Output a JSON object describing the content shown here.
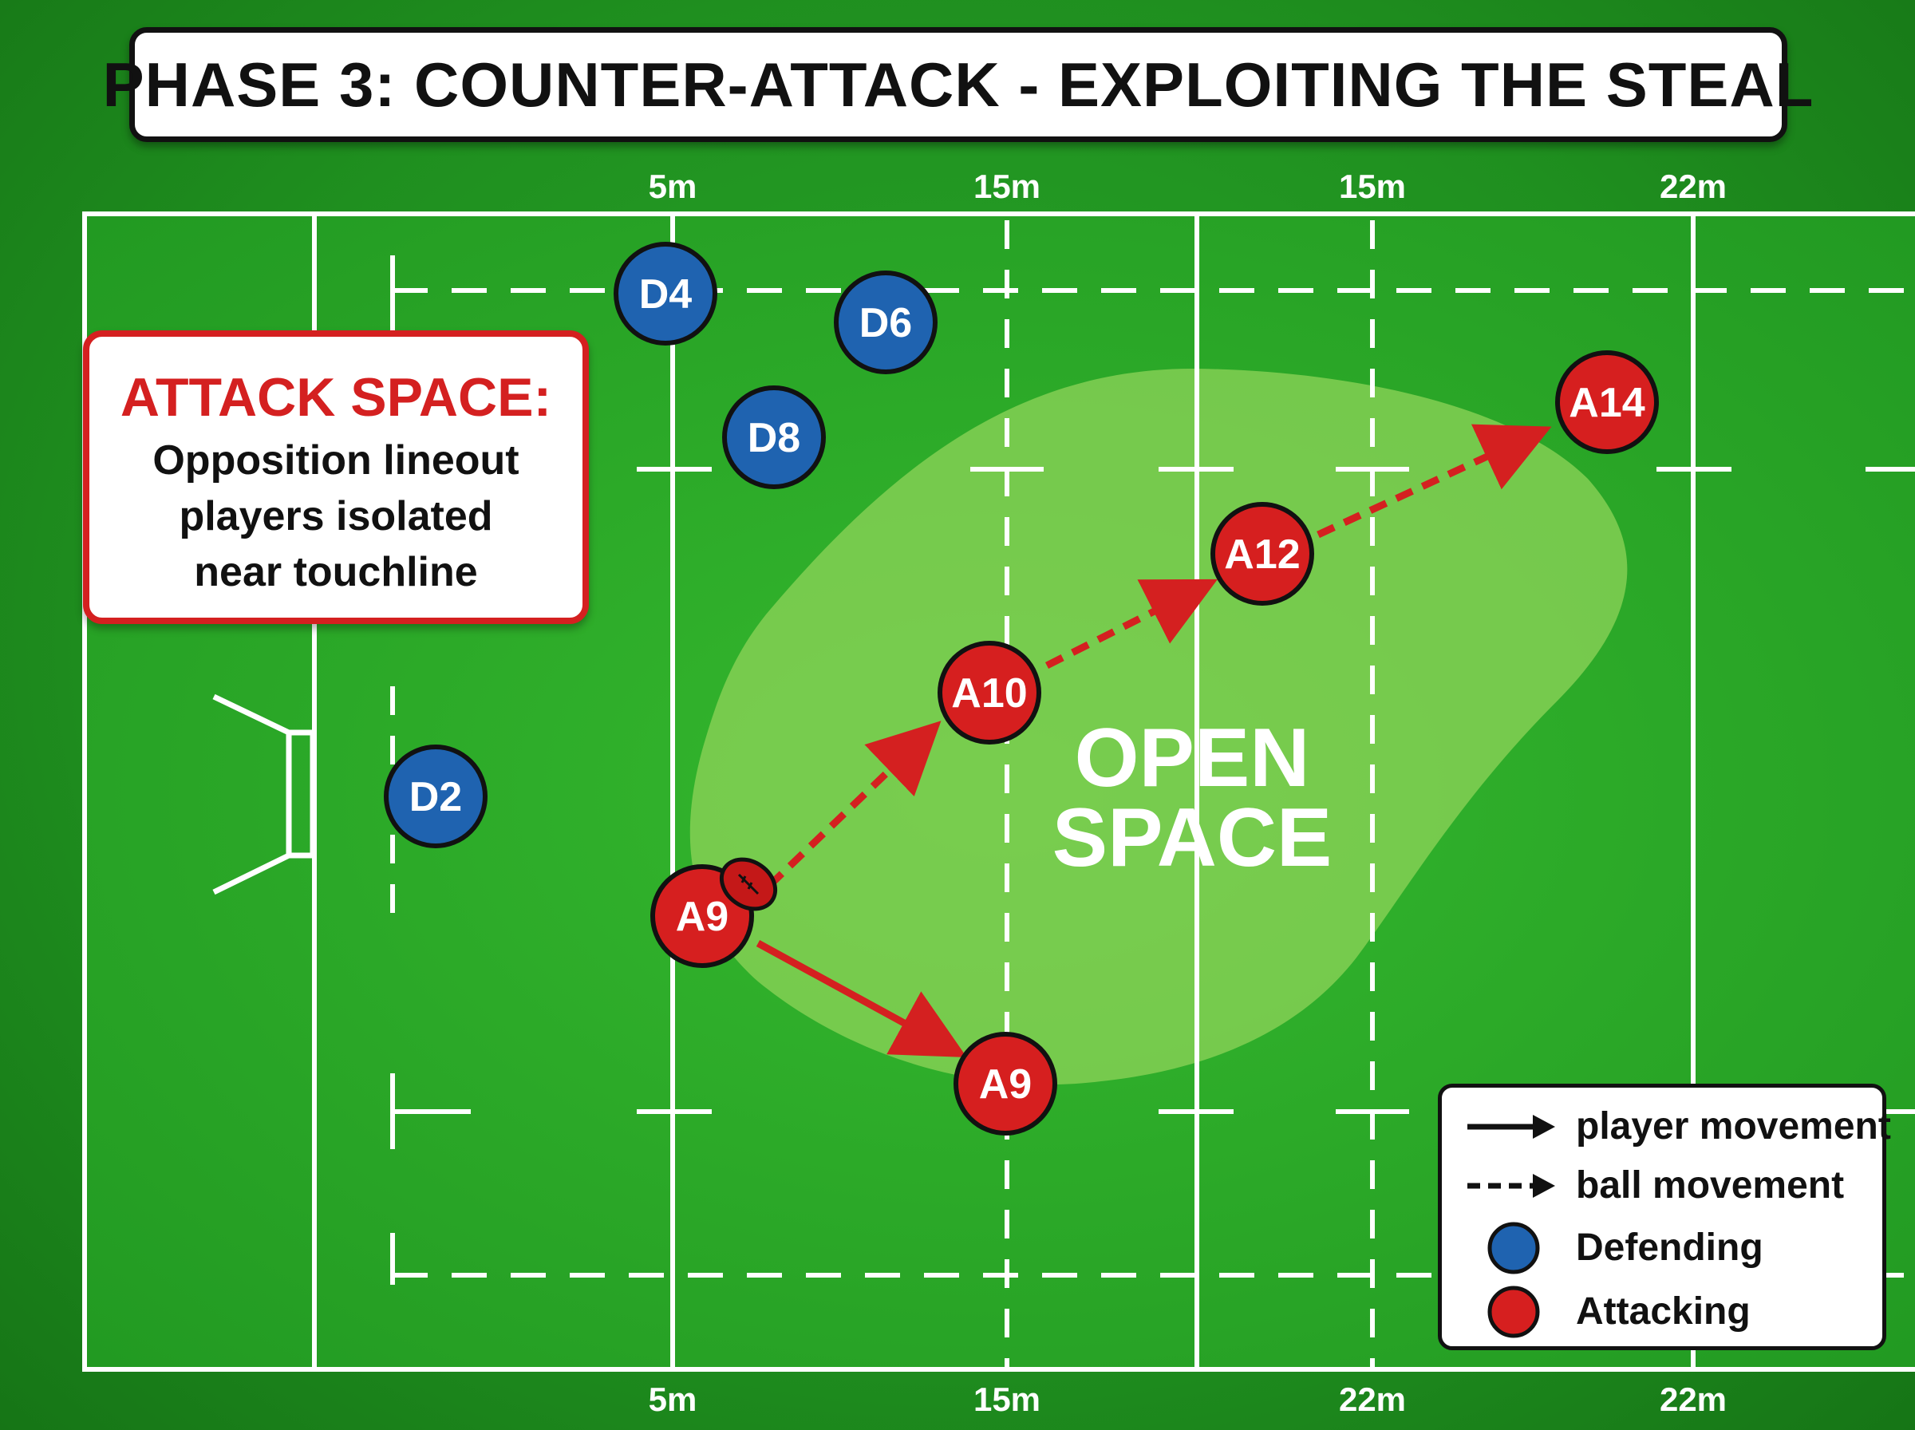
{
  "title": "PHASE 3: COUNTER-ATTACK - EXPLOITING THE STEAL",
  "distance_markers": {
    "top": [
      "5m",
      "15m",
      "15m",
      "22m"
    ],
    "bottom": [
      "5m",
      "15m",
      "22m",
      "22m"
    ]
  },
  "callout": {
    "title": "ATTACK SPACE:",
    "lines": [
      "Opposition lineout",
      "players isolated",
      "near touchline"
    ]
  },
  "open_space": {
    "line1": "OPEN",
    "line2": "SPACE"
  },
  "players": {
    "D4": "D4",
    "D6": "D6",
    "D8": "D8",
    "D2": "D2",
    "A9_start": "A9",
    "A9_end": "A9",
    "A10": "A10",
    "A12": "A12",
    "A14": "A14"
  },
  "legend": {
    "player_movement": "player movement",
    "ball_movement": "ball movement",
    "defending": "Defending",
    "attacking": "Attacking"
  },
  "colors": {
    "pitch": "#2aa82a",
    "open_space": "#8fd45a",
    "defending": "#1f63b0",
    "attacking": "#d61f1f",
    "callout_border": "#d42020",
    "arrow": "#d42020"
  },
  "icons": [
    "rugby-ball-icon",
    "goal-posts-icon",
    "solid-arrow-icon",
    "dashed-arrow-icon"
  ]
}
